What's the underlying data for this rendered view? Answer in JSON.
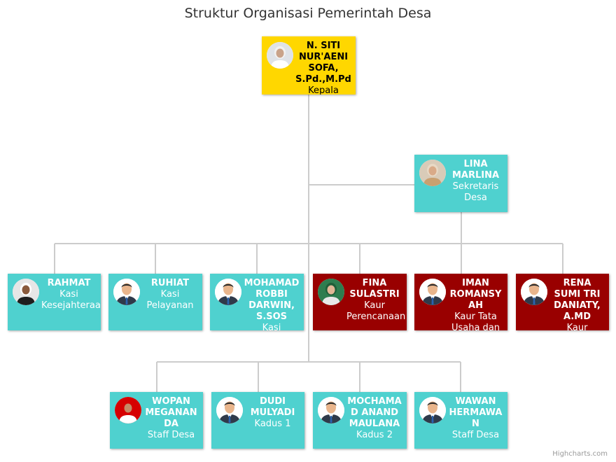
{
  "title": "Struktur Organisasi Pemerintah Desa",
  "credits": "Highcharts.com",
  "colors": {
    "head": "#ffd700",
    "secretary": "#4fd1cf",
    "kasi": "#4fd1cf",
    "kaur": "#990000",
    "dusun": "#4fd1cf",
    "line": "#cccccc"
  },
  "nodes": [
    {
      "id": "head",
      "name": "N. SITI NUR'AENI SOFA, S.Pd.,M.Pd",
      "title": "Kepala Desa",
      "level": "head",
      "avatar": "photo-female-white"
    },
    {
      "id": "sekdes",
      "name": "LINA MARLINA",
      "title": "Sekretaris Desa",
      "level": "secretary",
      "avatar": "photo-female-hijab"
    },
    {
      "id": "rahmat",
      "name": "RAHMAT",
      "title": "Kasi Kesejahteraan",
      "level": "kasi",
      "avatar": "photo-male-suit"
    },
    {
      "id": "ruhiat",
      "name": "RUHIAT",
      "title": "Kasi Pelayanan",
      "level": "kasi",
      "avatar": "generic-user"
    },
    {
      "id": "mohamad",
      "name": "MOHAMAD ROBBI DARWIN, S.SOS",
      "title": "Kasi Pemerintahan",
      "level": "kasi",
      "avatar": "generic-user"
    },
    {
      "id": "fina",
      "name": "FINA SULASTRI",
      "title": "Kaur Perencanaan",
      "level": "kaur",
      "avatar": "photo-female-green-hijab"
    },
    {
      "id": "iman",
      "name": "IMAN ROMANSYAH",
      "title": "Kaur Tata Usaha dan Umum",
      "level": "kaur",
      "avatar": "generic-user"
    },
    {
      "id": "rena",
      "name": "RENA SUMI TRI DANIATY, A.MD",
      "title": "Kaur Keuangan",
      "level": "kaur",
      "avatar": "generic-user"
    },
    {
      "id": "wopan",
      "name": "WOPAN MEGANANDA",
      "title": "Staff Desa",
      "level": "dusun",
      "avatar": "photo-male-red"
    },
    {
      "id": "dudi",
      "name": "DUDI MULYADI",
      "title": "Kadus 1",
      "level": "dusun",
      "avatar": "generic-user"
    },
    {
      "id": "mochamad",
      "name": "MOCHAMAD ANAND MAULANA",
      "title": "Kadus 2",
      "level": "dusun",
      "avatar": "generic-user"
    },
    {
      "id": "wawan",
      "name": "WAWAN HERMAWAN",
      "title": "Staff Desa",
      "level": "dusun",
      "avatar": "generic-user"
    }
  ]
}
